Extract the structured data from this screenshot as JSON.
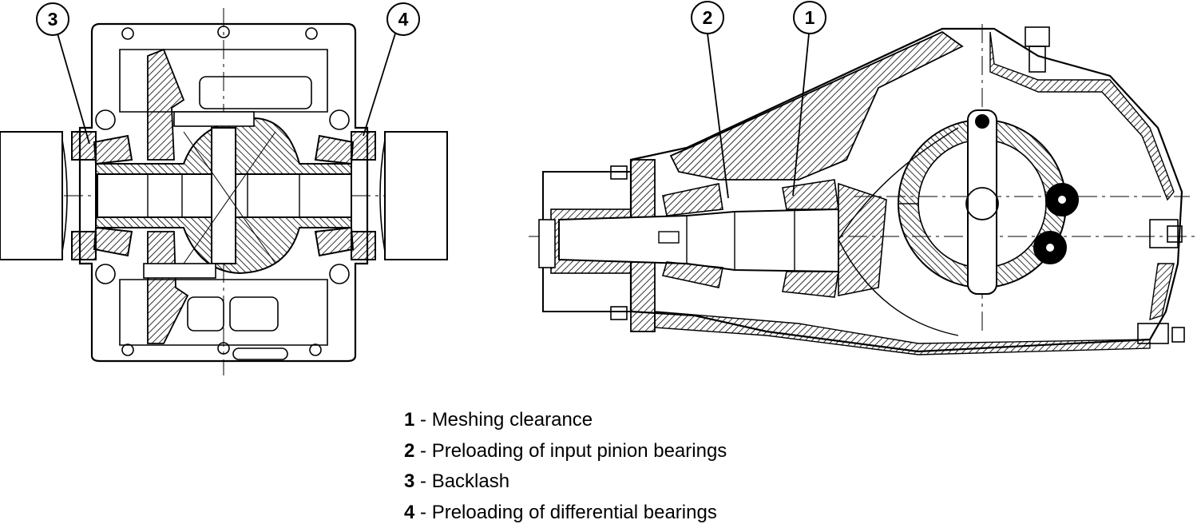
{
  "callouts": [
    {
      "id": "callout-3",
      "number": "3"
    },
    {
      "id": "callout-4",
      "number": "4"
    },
    {
      "id": "callout-2",
      "number": "2"
    },
    {
      "id": "callout-1",
      "number": "1"
    }
  ],
  "legend": {
    "items": [
      {
        "number": "1",
        "separator": " - ",
        "text": "Meshing clearance"
      },
      {
        "number": "2",
        "separator": " - ",
        "text": "Preloading of input pinion bearings"
      },
      {
        "number": "3",
        "separator": " - ",
        "text": "Backlash"
      },
      {
        "number": "4",
        "separator": " - ",
        "text": "Preloading of differential bearings"
      }
    ]
  },
  "colors": {
    "ink": "#000000",
    "paper": "#ffffff",
    "hatch": "#000000"
  }
}
